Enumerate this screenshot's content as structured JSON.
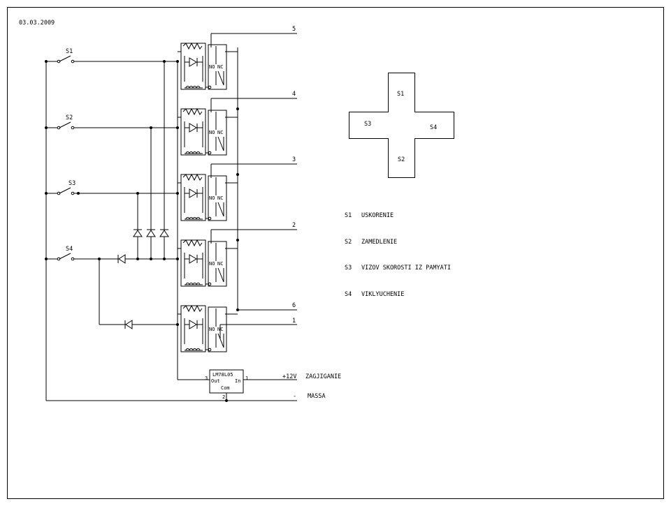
{
  "date": "03.03.2009",
  "switches": [
    "S1",
    "S2",
    "S3",
    "S4"
  ],
  "relay_labels": {
    "no": "NO",
    "nc": "NC"
  },
  "outputs": [
    "5",
    "4",
    "3",
    "2",
    "6",
    "1"
  ],
  "regulator": {
    "name": "LM78L05",
    "out": "Out",
    "in": "In",
    "com": "Com",
    "pin_in": "1",
    "pin_out": "3",
    "pin_com": "2"
  },
  "power": {
    "plus_label": "+12V",
    "plus_name": "ZAGJIGANIE",
    "minus_label": "-",
    "minus_name": "MASSA"
  },
  "keypad": {
    "top": "S1",
    "left": "S3",
    "right": "S4",
    "bottom": "S2"
  },
  "legend": [
    {
      "key": "S1",
      "text": "USKORENIE"
    },
    {
      "key": "S2",
      "text": "ZAMEDLENIE"
    },
    {
      "key": "S3",
      "text": "VIZOV SKOROSTI IZ PAMYATI"
    },
    {
      "key": "S4",
      "text": "VIKLYUCHENIE"
    }
  ]
}
